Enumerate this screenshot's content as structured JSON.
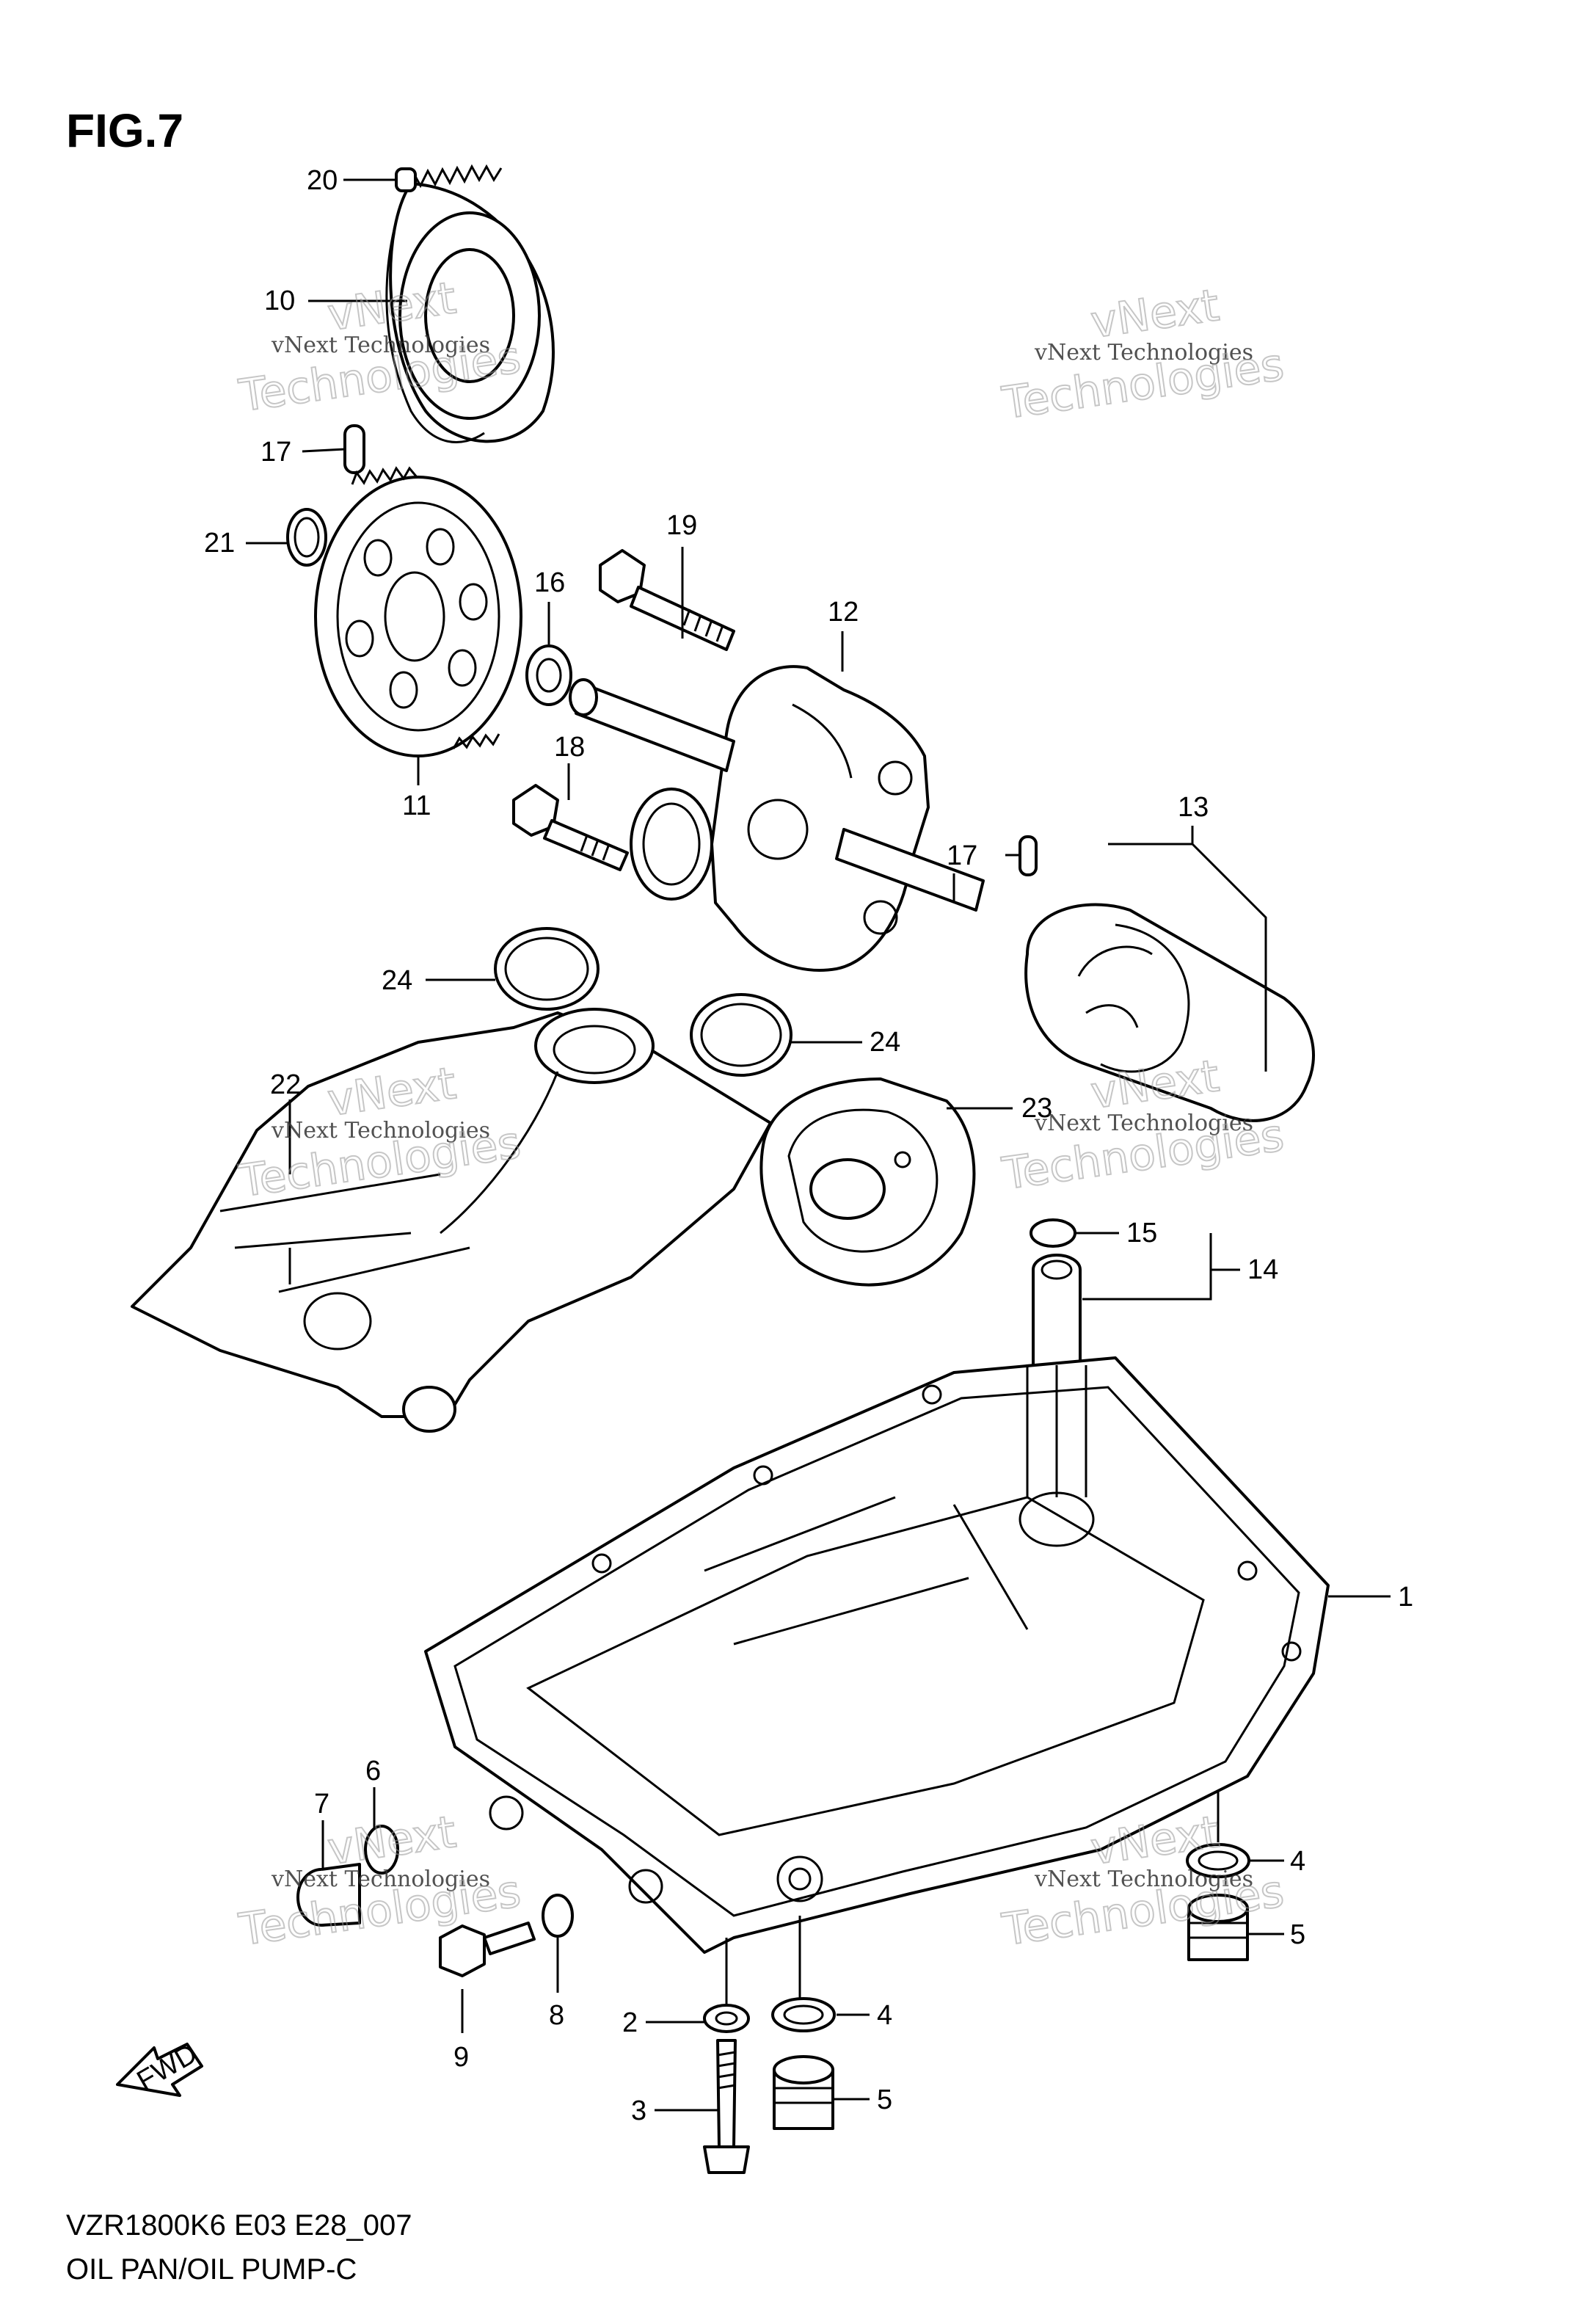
{
  "figure": {
    "title": "FIG.7",
    "model_code": "VZR1800K6 E03 E28_007",
    "caption": "OIL PAN/OIL PUMP-C",
    "fwd_label": "FWD"
  },
  "watermarks": [
    {
      "line1": "vNext Technologies",
      "line2": "Technologies",
      "line3": "vNext"
    },
    {
      "line1": "vNext Technologies",
      "line2": "Technologies",
      "line3": "vNext"
    },
    {
      "line1": "vNext Technologies",
      "line2": "Technologies",
      "line3": "vNext"
    },
    {
      "line1": "vNext Technologies",
      "line2": "Technologies",
      "line3": "vNext"
    },
    {
      "line1": "vNext Technologies",
      "line2": "Technologies",
      "line3": "vNext"
    },
    {
      "line1": "vNext Technologies",
      "line2": "Technologies",
      "line3": "vNext"
    }
  ],
  "callouts": [
    {
      "label": "20"
    },
    {
      "label": "10"
    },
    {
      "label": "17"
    },
    {
      "label": "21"
    },
    {
      "label": "19"
    },
    {
      "label": "16"
    },
    {
      "label": "12"
    },
    {
      "label": "11"
    },
    {
      "label": "18"
    },
    {
      "label": "17"
    },
    {
      "label": "13"
    },
    {
      "label": "24"
    },
    {
      "label": "24"
    },
    {
      "label": "22"
    },
    {
      "label": "23"
    },
    {
      "label": "15"
    },
    {
      "label": "14"
    },
    {
      "label": "1"
    },
    {
      "label": "6"
    },
    {
      "label": "7"
    },
    {
      "label": "4"
    },
    {
      "label": "5"
    },
    {
      "label": "8"
    },
    {
      "label": "9"
    },
    {
      "label": "2"
    },
    {
      "label": "4"
    },
    {
      "label": "3"
    },
    {
      "label": "5"
    }
  ]
}
